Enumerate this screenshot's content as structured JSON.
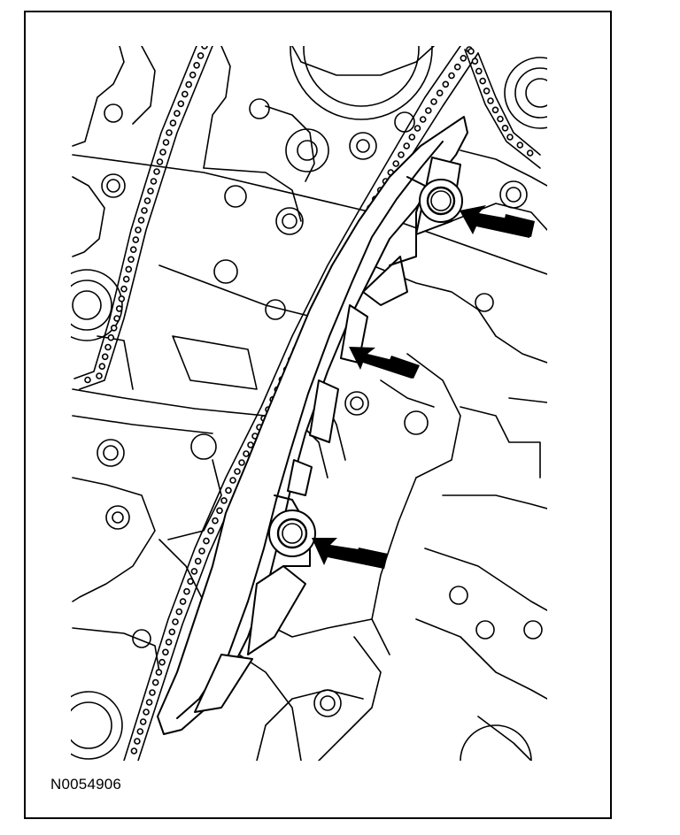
{
  "figure": {
    "id_label": "N0054906",
    "colors": {
      "line": "#000000",
      "background": "#ffffff"
    },
    "callouts": [
      {
        "name": "upper-guide-bolt-arrow",
        "target": "upper-guide-bolt"
      },
      {
        "name": "guide-arrow",
        "target": "timing-chain-guide"
      },
      {
        "name": "lower-guide-bolt-arrow",
        "target": "lower-guide-bolt"
      }
    ]
  }
}
